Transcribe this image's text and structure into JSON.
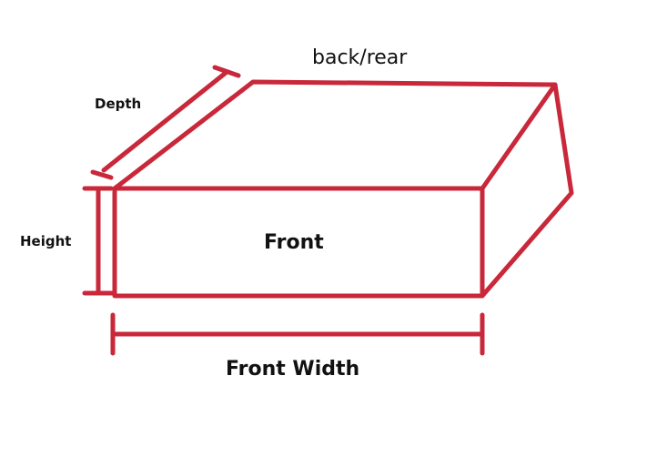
{
  "colors": {
    "outline": "#c8283a",
    "text": "#111111",
    "background": "#ffffff"
  },
  "labels": {
    "back_rear": "back/rear",
    "depth": "Depth",
    "height": "Height",
    "front": "Front",
    "front_width": "Front Width"
  }
}
